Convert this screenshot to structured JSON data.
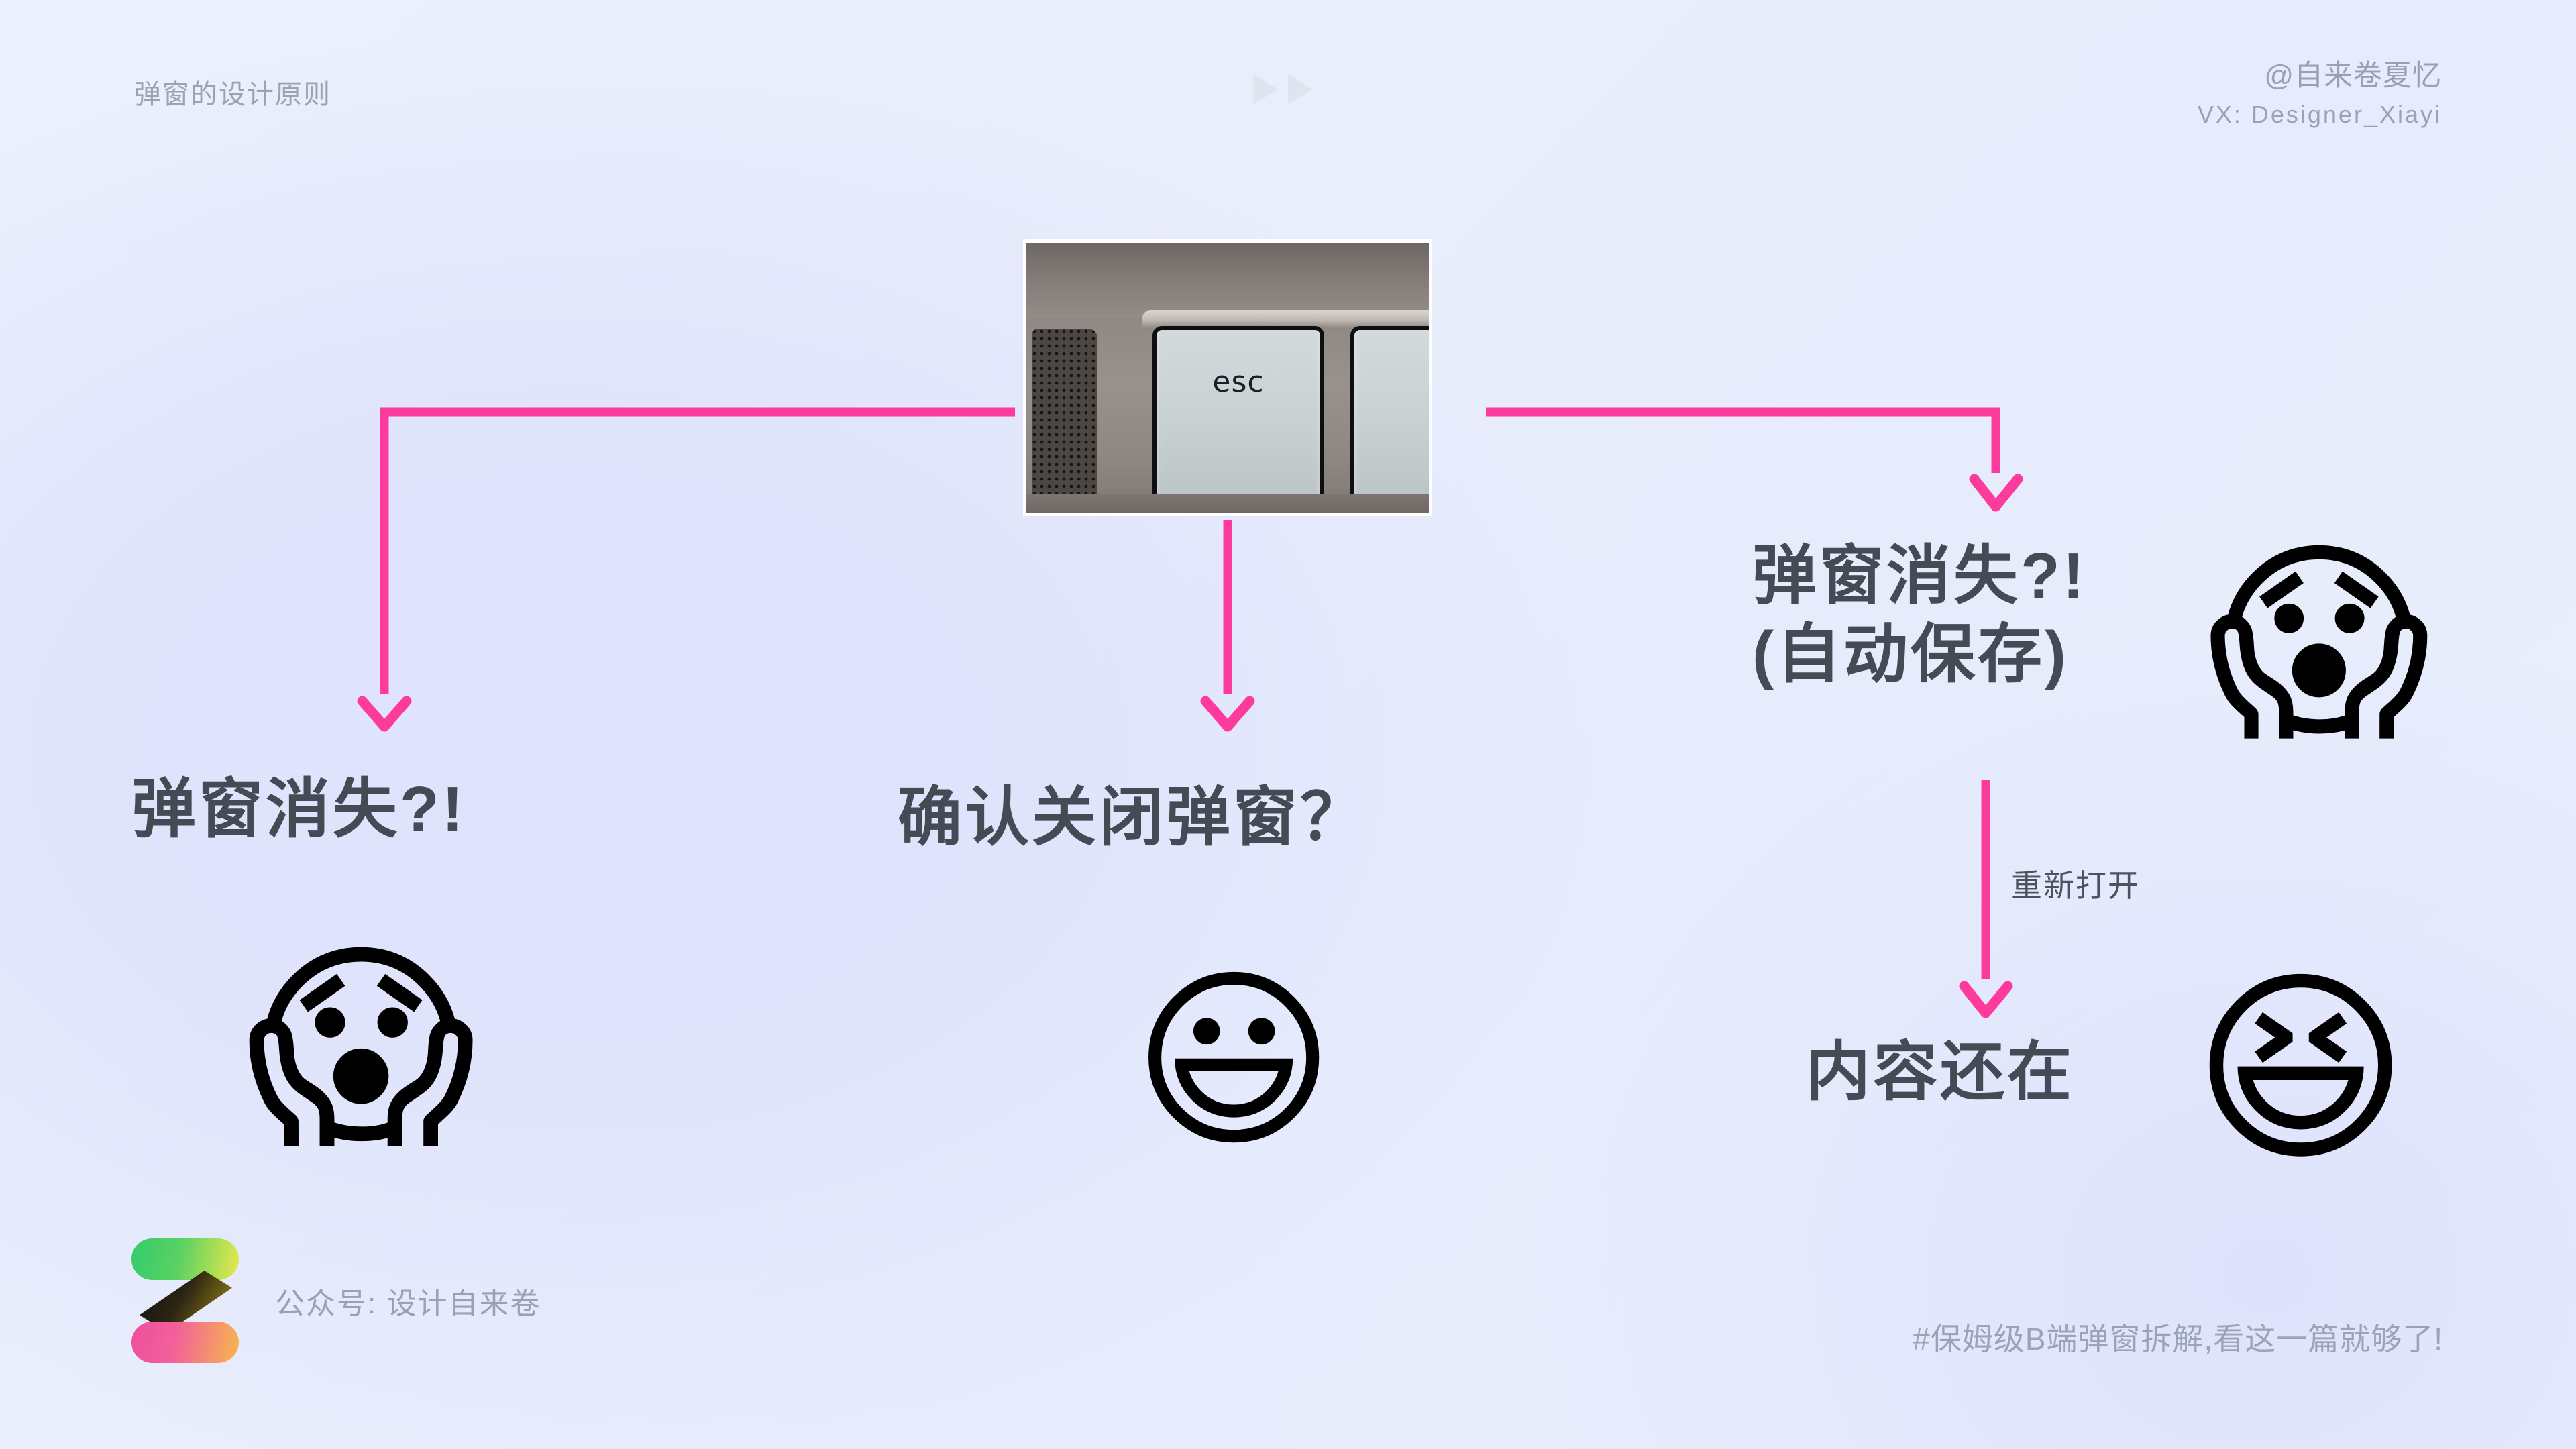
{
  "header": {
    "title": "弹窗的设计原则",
    "forward_marks": [
      "play-triangle",
      "play-triangle"
    ],
    "handle": "@自来卷夏忆",
    "vx": "VX: Designer_Xiayi"
  },
  "keyboard_photo": {
    "key_label": "esc",
    "alt": "macbook-esc-key-photo"
  },
  "branches": {
    "left": {
      "label": "弹窗消失?!",
      "emoji": "😱",
      "emoji_name": "face-screaming-in-fear"
    },
    "middle": {
      "label": "确认关闭弹窗？",
      "emoji": "😃",
      "emoji_name": "grinning-face-with-big-eyes"
    },
    "right": {
      "label_line1": "弹窗消失?!",
      "label_line2": "(自动保存)",
      "emoji": "😱",
      "emoji_name": "face-screaming-in-fear",
      "step_label": "重新打开",
      "result_label": "内容还在",
      "result_emoji": "😆",
      "result_emoji_name": "grinning-squinting-face"
    }
  },
  "footer": {
    "logo_name": "design-zilaijuan-logo",
    "wechat": "公众号: 设计自来卷",
    "hashtag": "#保姆级B端弹窗拆解,看这一篇就够了!"
  },
  "colors": {
    "accent_pink": "#FC3B9C",
    "text_dark": "#464A55",
    "text_muted": "#99A2B3",
    "bg_light": "#EAF0FD",
    "bg_lavender": "#DFE3FB"
  }
}
